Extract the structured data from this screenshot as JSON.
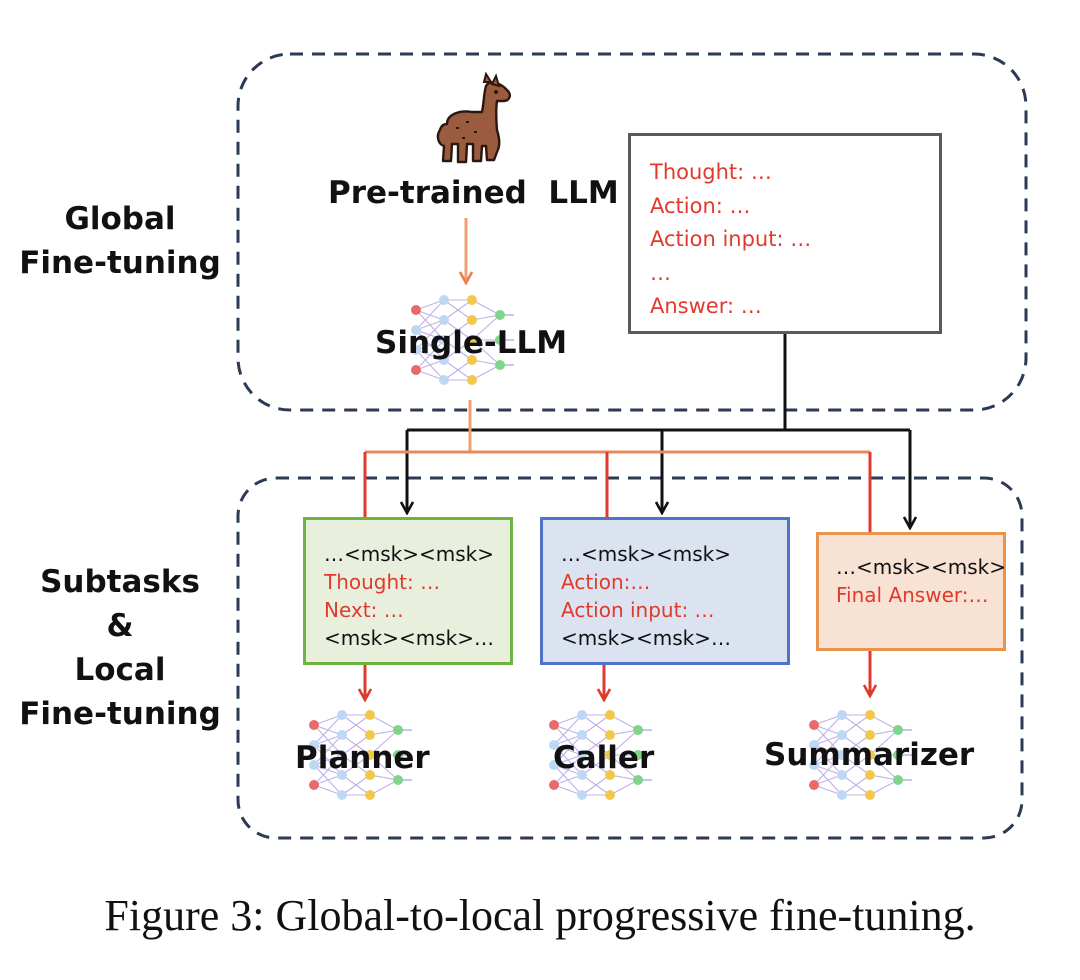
{
  "sections": {
    "global": [
      "Global",
      "Fine-tuning"
    ],
    "local": [
      "Subtasks",
      "&",
      "Local",
      "Fine-tuning"
    ]
  },
  "models": {
    "pretrained": "Pre-trained  LLM",
    "single": "Single-LLM",
    "planner": "Planner",
    "caller": "Caller",
    "summarizer": "Summarizer"
  },
  "format_box": {
    "lines": [
      "Thought: …",
      "Action: …",
      "Action input: …",
      "…",
      "Answer: …"
    ]
  },
  "planner_box": {
    "lines": [
      "…<msk><msk>",
      "Thought: …",
      "Next: …",
      "<msk><msk>…"
    ]
  },
  "caller_box": {
    "lines": [
      "…<msk><msk>",
      "Action:…",
      "Action input: …",
      "<msk><msk>…"
    ]
  },
  "summarizer_box": {
    "lines": [
      "…<msk><msk>",
      "Final Answer:…"
    ]
  },
  "caption": "Figure 3: Global-to-local progressive fine-tuning.",
  "colors": {
    "dashed_border": "#2b3a55",
    "arrow_black": "#111111",
    "arrow_red": "#e03a2c",
    "arrow_orange": "#f0a070",
    "planner_border": "#6db33f",
    "caller_border": "#4f74c5",
    "summarizer_border": "#e9944c"
  },
  "icons": [
    "llama-icon",
    "neural-network-icon"
  ]
}
